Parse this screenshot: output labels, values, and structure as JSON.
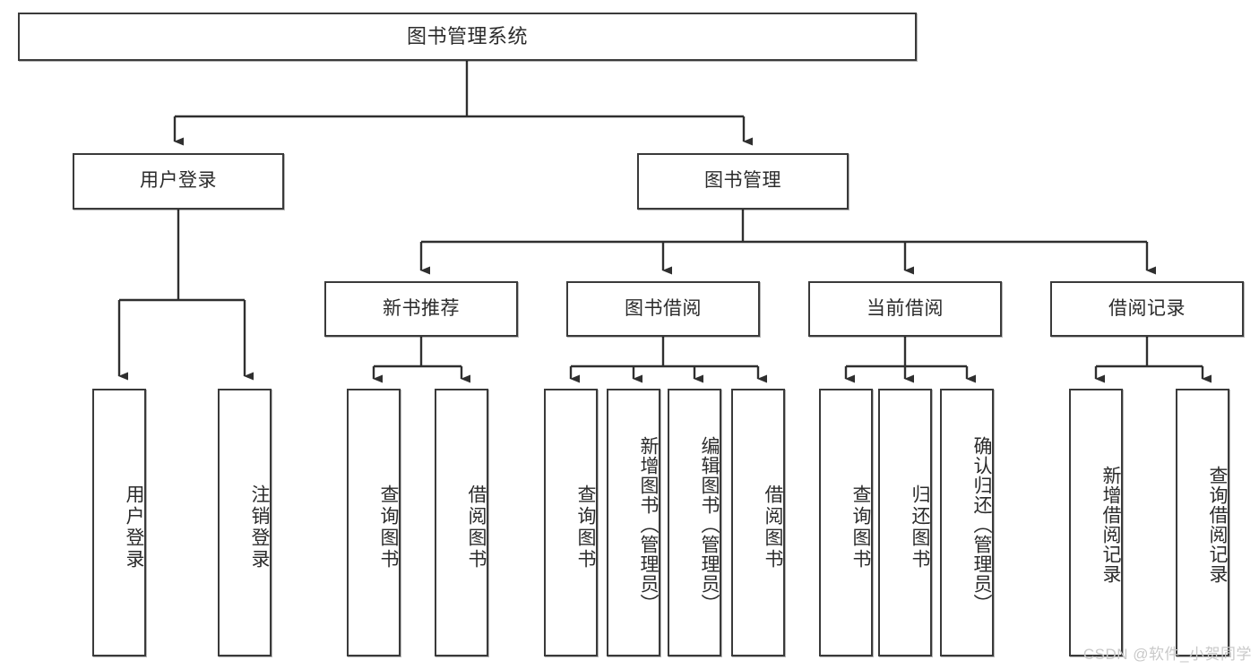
{
  "diagram": {
    "title": "图书管理系统",
    "type": "tree",
    "stroke_color": "#3a3a3a",
    "fill_color": "#ffffff",
    "text_color": "#2b2b2b",
    "watermark": "CSDN @软件_小贺同学"
  },
  "nodes": {
    "root": {
      "label": "图书管理系统"
    },
    "level2": [
      {
        "id": "user-login",
        "label": "用户登录"
      },
      {
        "id": "book-manage",
        "label": "图书管理"
      }
    ],
    "level3": [
      {
        "id": "new-book-recommend",
        "label": "新书推荐"
      },
      {
        "id": "book-borrow",
        "label": "图书借阅"
      },
      {
        "id": "current-borrow",
        "label": "当前借阅"
      },
      {
        "id": "borrow-record",
        "label": "借阅记录"
      }
    ],
    "leaves": {
      "user_login": [
        {
          "id": "leaf-user-login",
          "label": "用户登录"
        },
        {
          "id": "leaf-logout-login",
          "label": "注销登录"
        }
      ],
      "new_book_recommend": [
        {
          "id": "leaf-query-book-1",
          "label": "查询图书"
        },
        {
          "id": "leaf-borrow-book-1",
          "label": "借阅图书"
        }
      ],
      "book_borrow": [
        {
          "id": "leaf-query-book-2",
          "label": "查询图书"
        },
        {
          "id": "leaf-add-book",
          "label": "新增图书（管理员）"
        },
        {
          "id": "leaf-edit-book",
          "label": "编辑图书（管理员）"
        },
        {
          "id": "leaf-borrow-book-2",
          "label": "借阅图书"
        }
      ],
      "current_borrow": [
        {
          "id": "leaf-query-book-3",
          "label": "查询图书"
        },
        {
          "id": "leaf-return-book",
          "label": "归还图书"
        },
        {
          "id": "leaf-confirm-return",
          "label": "确认归还（管理员）"
        }
      ],
      "borrow_record": [
        {
          "id": "leaf-add-record",
          "label": "新增借阅记录"
        },
        {
          "id": "leaf-query-record",
          "label": "查询借阅记录"
        }
      ]
    }
  }
}
